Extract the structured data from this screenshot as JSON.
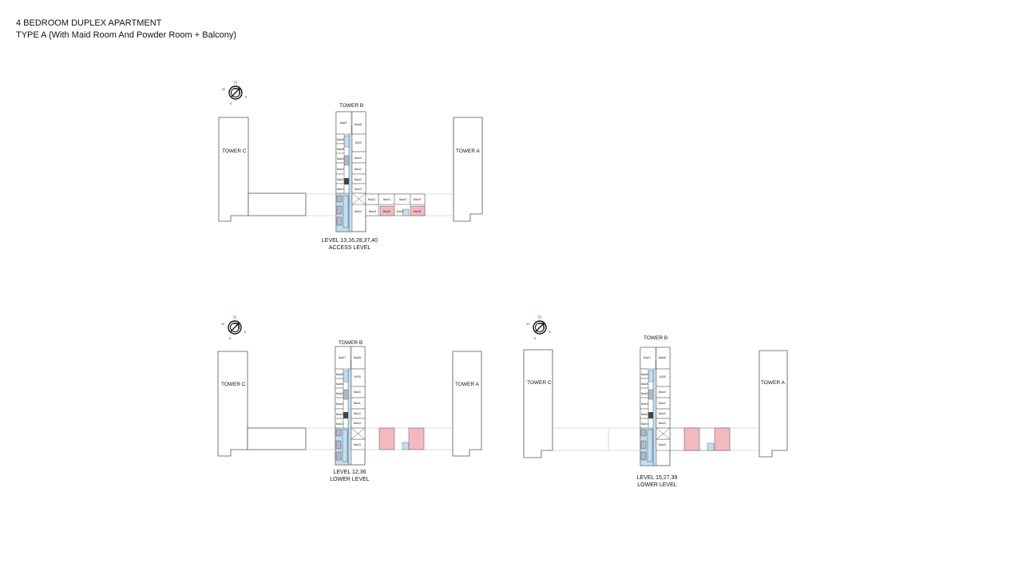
{
  "header": {
    "title": "4 BEDROOM DUPLEX APARTMENT",
    "subtitle": "TYPE A (With Maid Room And Powder Room + Balcony)"
  },
  "colors": {
    "highlight_unit": "#f4b9bf",
    "core": "#bfe0f3",
    "grey_block": "#b8b8c8",
    "dark_block": "#444444",
    "outline": "#555555"
  },
  "compass": {
    "north": "N",
    "east": "E",
    "south": "S",
    "west": "W"
  },
  "plans": [
    {
      "tower_b_label": "TOWER B",
      "tower_c_label": "TOWER C",
      "tower_a_label": "TOWER A",
      "levels": "LEVEL 13,16,28,37,40",
      "level_type": "ACCESS LEVEL",
      "units_left": [
        "Bas07",
        "Bas06",
        "Bas05",
        "Bas04",
        "Bas03",
        "Bas02",
        "Bas01"
      ],
      "units_right": [
        "Bas08",
        "BX09",
        "Bas10",
        "Bas11",
        "Bas12",
        "Bas13"
      ],
      "units_row_top": [
        "Bas22",
        "Bas21",
        "Bas20",
        "Bas19"
      ],
      "units_row_bottom": [
        "Bas14",
        "Bas15",
        "Bas16",
        "Bas17",
        "Bas18"
      ]
    },
    {
      "tower_b_label": "TOWER B",
      "tower_c_label": "TOWER C",
      "tower_a_label": "TOWER A",
      "levels": "LEVEL 12,36",
      "level_type": "LOWER LEVEL",
      "units_left": [
        "Bas07",
        "Bas06",
        "Bas05",
        "Bas04",
        "Bas03",
        "Bas02",
        "Bas01"
      ],
      "units_right": [
        "Bas08",
        "BX09",
        "Bas10",
        "Bas11",
        "Bas12",
        "Bas13",
        "Bas14"
      ]
    },
    {
      "tower_b_label": "TOWER B",
      "tower_c_label": "TOWER C",
      "tower_a_label": "TOWER A",
      "levels": "LEVEL 15,27,39",
      "level_type": "LOWER LEVEL",
      "units_left": [
        "Bas07",
        "Bas06",
        "Bas05",
        "Bas04",
        "Bas03",
        "Bas02",
        "Bas01"
      ],
      "units_right": [
        "Bas08",
        "BX09",
        "Bas10",
        "Bas11",
        "Bas12",
        "Bas13",
        "Bas14"
      ]
    }
  ]
}
